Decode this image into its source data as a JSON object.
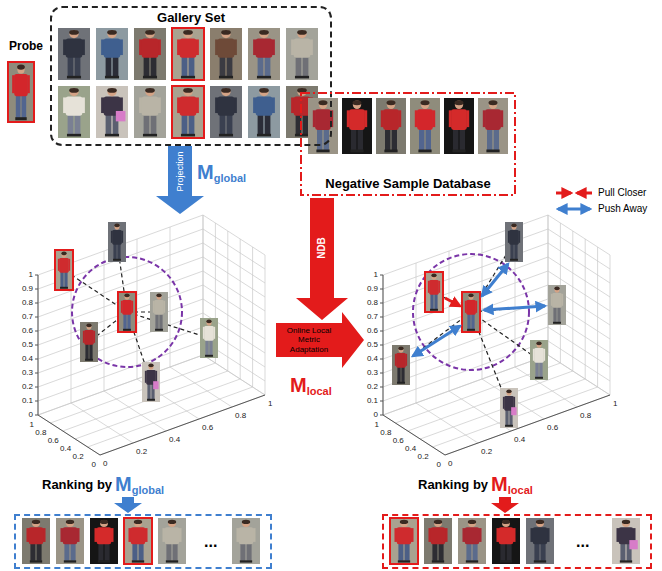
{
  "diagram": {
    "nodes": [
      {
        "text": [
          "Probe"
        ]
      },
      {
        "text": [
          "Gallery Set"
        ]
      },
      {
        "text": [
          "Negative Sample Database"
        ]
      },
      {
        "text": [
          "..."
        ]
      },
      {
        "text": [
          "..."
        ]
      }
    ],
    "labels": [
      "Projection",
      "M",
      "global",
      "NDB",
      "Online Local Metric Adaptation",
      "M",
      "local",
      "1",
      "0.9",
      "0.8",
      "0.7",
      "0.6",
      "0.5",
      "0.4",
      "0.3",
      "0.2",
      "0.1",
      "0",
      "0",
      "0.2",
      "0.4",
      "0.6",
      "0.8",
      "1",
      "0",
      "0.2",
      "0.4",
      "0.6",
      "0.8",
      "1",
      "1",
      "0.9",
      "0.8",
      "0.7",
      "0.6",
      "0.5",
      "0.4",
      "0.3",
      "0.2",
      "0.1",
      "0",
      "0",
      "0.2",
      "0.4",
      "0.6",
      "0.8",
      "1",
      "0",
      "0.2",
      "0.4",
      "0.6",
      "0.8",
      "1",
      "Ranking by",
      "M",
      "global",
      "Ranking by",
      "M",
      "local"
    ],
    "legend": [
      {
        "text": "Pull Closer"
      },
      {
        "text": "Push Away"
      }
    ]
  }
}
